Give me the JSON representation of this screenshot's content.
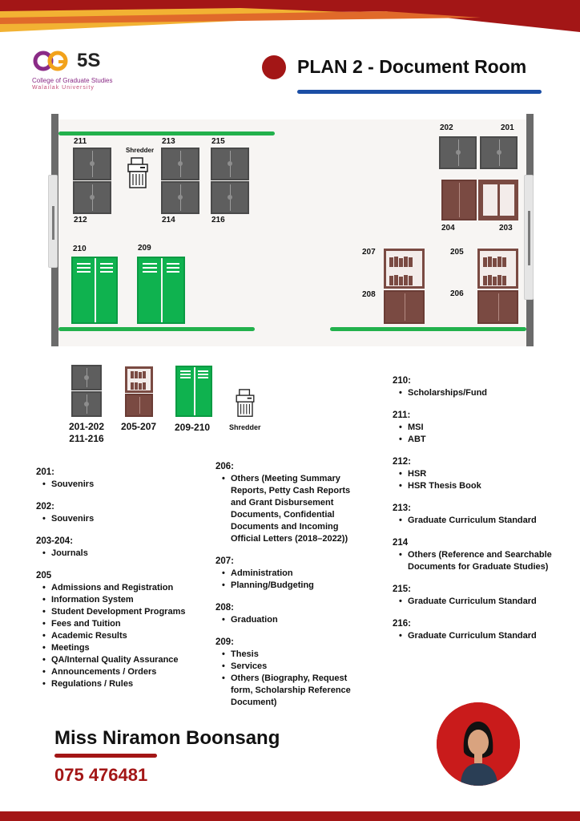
{
  "header": {
    "logo_text": "5S",
    "org_line1": "College of Graduate Studies",
    "org_line2": "Walailak University",
    "title": "PLAN 2 - Document Room"
  },
  "plan": {
    "labels": {
      "c201": "201",
      "c202": "202",
      "c203": "203",
      "c204": "204",
      "c205": "205",
      "c206": "206",
      "c207": "207",
      "c208": "208",
      "c209": "209",
      "c210": "210",
      "c211": "211",
      "c212": "212",
      "c213": "213",
      "c214": "214",
      "c215": "215",
      "c216": "216"
    },
    "shredder_label": "Shredder"
  },
  "legend": {
    "gray": "201-202\n211-216",
    "brown": "205-207",
    "green": "209-210",
    "shredder": "Shredder"
  },
  "col1": [
    {
      "title": "201:",
      "items": [
        "Souvenirs"
      ]
    },
    {
      "title": "202:",
      "items": [
        "Souvenirs"
      ]
    },
    {
      "title": "203-204:",
      "items": [
        "Journals"
      ]
    },
    {
      "title": "205",
      "items": [
        "Admissions and Registration",
        "Information System",
        "Student Development Programs",
        "Fees and Tuition",
        "Academic Results",
        "Meetings",
        "QA/Internal Quality Assurance",
        "Announcements / Orders",
        "Regulations / Rules"
      ]
    }
  ],
  "col2": [
    {
      "title": "206:",
      "items": [
        "Others (Meeting Summary Reports, Petty Cash Reports and Grant Disbursement Documents, Confidential Documents and Incoming Official Letters (2018–2022))"
      ]
    },
    {
      "title": "207:",
      "items": [
        "Administration",
        "Planning/Budgeting"
      ]
    },
    {
      "title": "208:",
      "items": [
        "Graduation"
      ]
    },
    {
      "title": "209:",
      "items": [
        "Thesis",
        "Services",
        "Others (Biography, Request form, Scholarship Reference Document)"
      ]
    }
  ],
  "col3": [
    {
      "title": "210:",
      "items": [
        "Scholarships/Fund"
      ]
    },
    {
      "title": "211:",
      "items": [
        "MSI",
        "ABT"
      ]
    },
    {
      "title": "212:",
      "items": [
        "HSR",
        "HSR Thesis Book"
      ]
    },
    {
      "title": "213:",
      "items": [
        "Graduate Curriculum Standard"
      ]
    },
    {
      "title": "214",
      "items": [
        "Others (Reference and Searchable Documents for Graduate Studies)"
      ]
    },
    {
      "title": "215:",
      "items": [
        "Graduate Curriculum Standard"
      ]
    },
    {
      "title": "216:",
      "items": [
        "Graduate Curriculum Standard"
      ]
    }
  ],
  "footer": {
    "name": "Miss Niramon Boonsang",
    "phone": "075 476481"
  },
  "colors": {
    "accent_red": "#a31616",
    "accent_blue": "#1b4ea5",
    "cabinet_gray": "#5e5e5e",
    "cabinet_brown": "#7a4a42",
    "cabinet_green": "#0fb24f"
  }
}
